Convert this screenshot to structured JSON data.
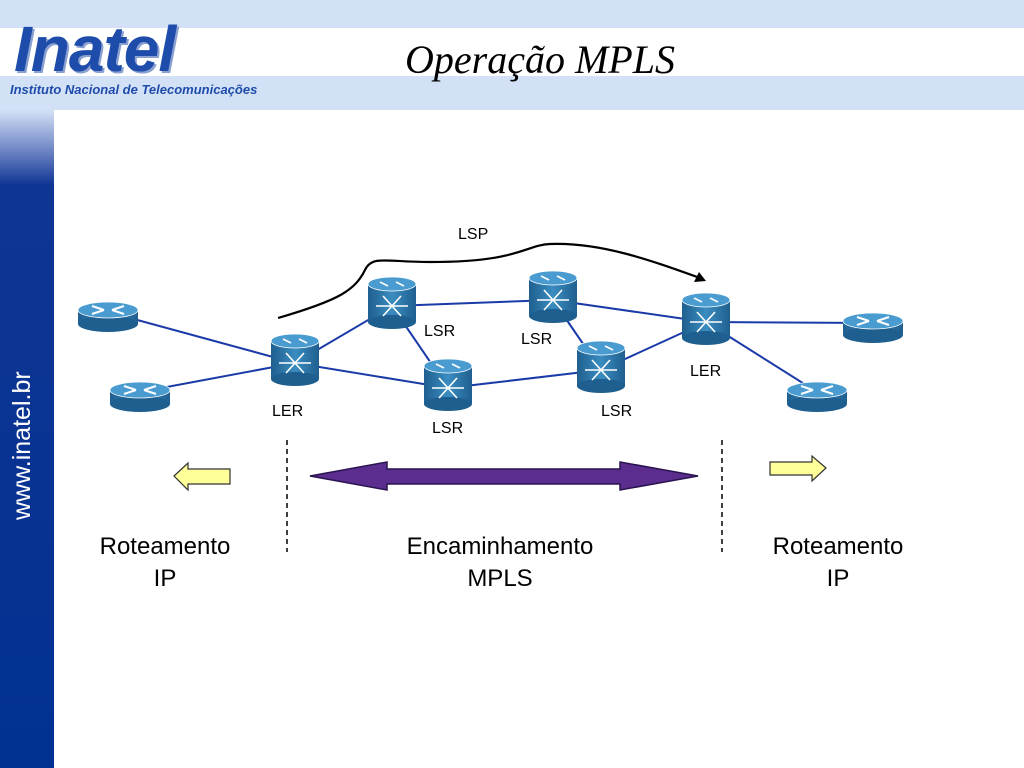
{
  "header": {
    "logo_text": "Inatel",
    "logo_subtitle": "Instituto Nacional de Telecomunicações",
    "title": "Operação MPLS"
  },
  "sidebar": {
    "url": "www.inatel.br"
  },
  "diagram": {
    "lsp_label": "LSP",
    "node_labels": {
      "ler_left": "LER",
      "lsr_top_left": "LSR",
      "lsr_bottom": "LSR",
      "lsr_top_right": "LSR",
      "lsr_bottom_right": "LSR",
      "ler_right": "LER"
    },
    "regions": {
      "left_line1": "Roteamento",
      "left_line2": "IP",
      "center_line1": "Encaminhamento",
      "center_line2": "MPLS",
      "right_line1": "Roteamento",
      "right_line2": "IP"
    },
    "colors": {
      "link": "#1a3aa8",
      "device": "#2f7fb0",
      "mpls_arrow": "#5b2d8e",
      "ip_arrow": "#ffff99"
    }
  }
}
